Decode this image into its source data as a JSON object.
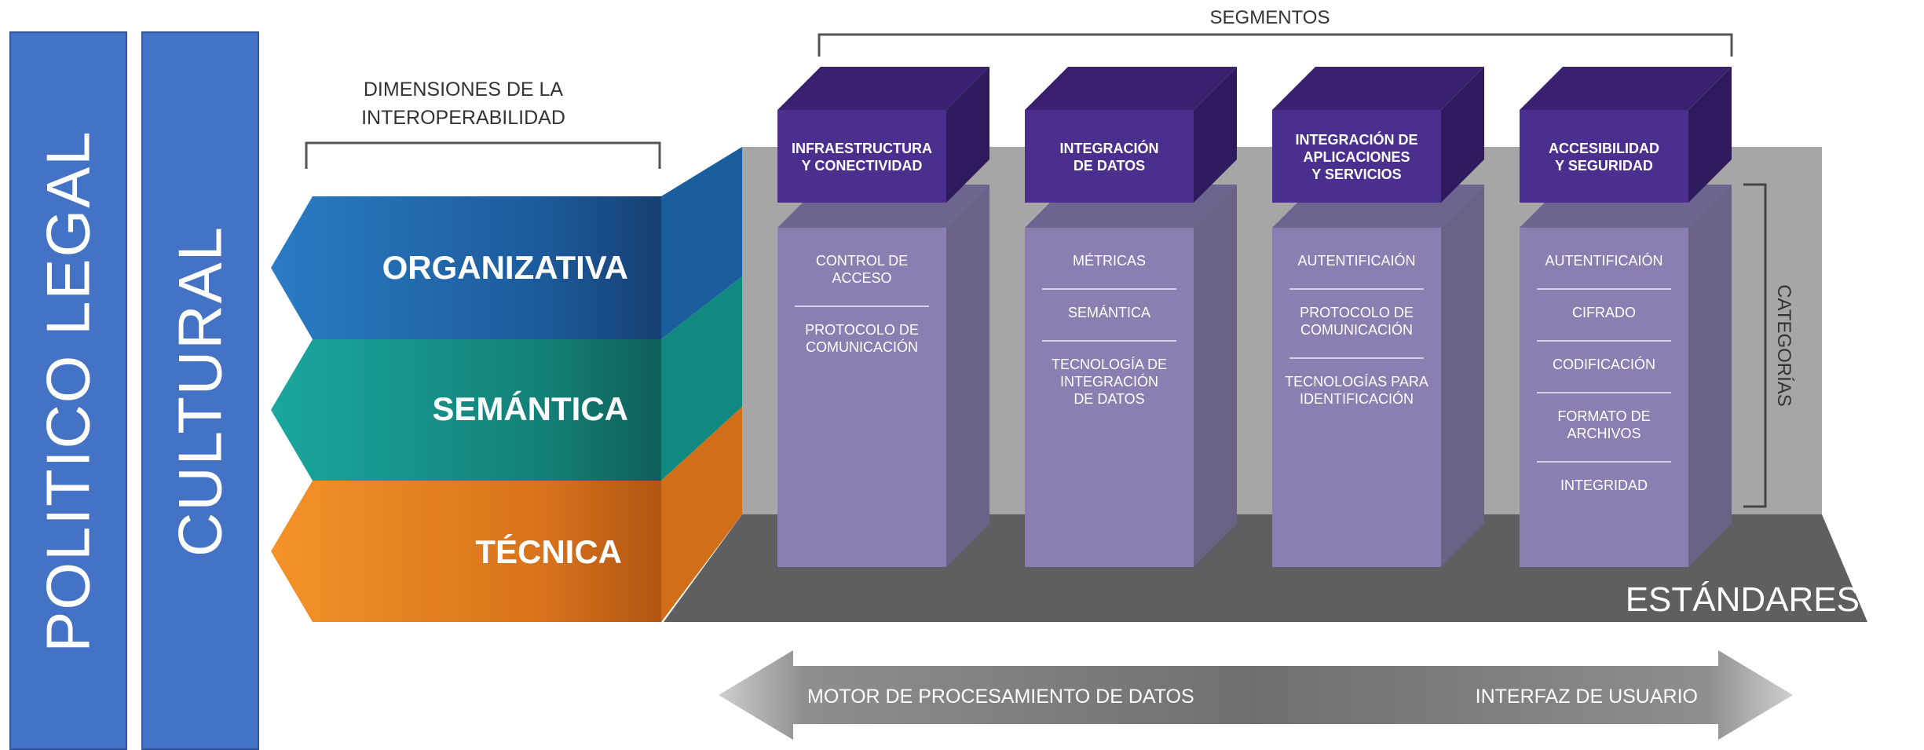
{
  "side_bars": {
    "politico_legal": "POLITICO LEGAL",
    "cultural": "CULTURAL"
  },
  "dimensions": {
    "heading_line1": "DIMENSIONES DE LA",
    "heading_line2": "INTEROPERABILIDAD",
    "items": [
      {
        "label": "ORGANIZATIVA",
        "color": "#1f6fb5"
      },
      {
        "label": "SEMÁNTICA",
        "color": "#17a2a0"
      },
      {
        "label": "TÉCNICA",
        "color": "#f08a24"
      }
    ]
  },
  "segments_label": "SEGMENTOS",
  "categories_label": "CATEGORÍAS",
  "standards_label": "ESTÁNDARES",
  "columns": [
    {
      "header": [
        "INFRAESTRUCTURA",
        "Y CONECTIVIDAD"
      ],
      "items": [
        [
          "CONTROL DE",
          "ACCESO"
        ],
        [
          "PROTOCOLO DE",
          "COMUNICACIÓN"
        ]
      ]
    },
    {
      "header": [
        "INTEGRACIÓN",
        "DE DATOS"
      ],
      "items": [
        [
          "MÉTRICAS"
        ],
        [
          "SEMÁNTICA"
        ],
        [
          "TECNOLOGÍA DE",
          "INTEGRACIÓN",
          "DE DATOS"
        ]
      ]
    },
    {
      "header": [
        "INTEGRACIÓN DE",
        "APLICACIONES",
        "Y SERVICIOS"
      ],
      "items": [
        [
          "AUTENTIFICAIÓN"
        ],
        [
          "PROTOCOLO DE",
          "COMUNICACIÓN"
        ],
        [
          "TECNOLOGÍAS PARA",
          "IDENTIFICACIÓN"
        ]
      ]
    },
    {
      "header": [
        "ACCESIBILIDAD",
        "Y SEGURIDAD"
      ],
      "items": [
        [
          "AUTENTIFICAIÓN"
        ],
        [
          "CIFRADO"
        ],
        [
          "CODIFICACIÓN"
        ],
        [
          "FORMATO DE",
          "ARCHIVOS"
        ],
        [
          "INTEGRIDAD"
        ]
      ]
    }
  ],
  "arrow": {
    "left_label": "MOTOR DE PROCESAMIENTO DE DATOS",
    "right_label": "INTERFAZ DE USUARIO"
  },
  "colors": {
    "side_bar": "#4472c4",
    "cube_front": "#4a2f8f",
    "cube_top": "#3a2170",
    "column_body": "#8a7fb0",
    "backdrop": "#a6a6a6",
    "floor": "#5f5f62"
  }
}
